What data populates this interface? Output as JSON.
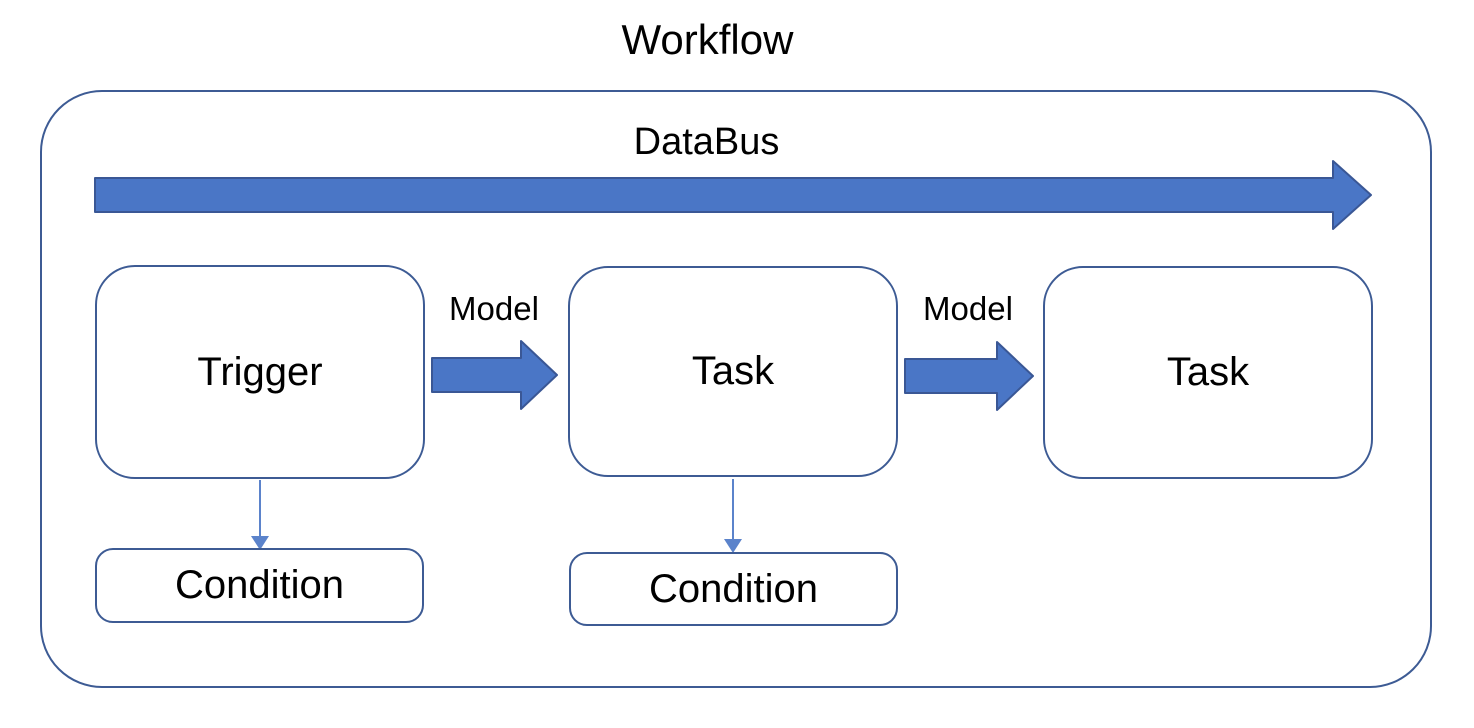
{
  "diagram": {
    "title": "Workflow",
    "databus": {
      "label": "DataBus"
    },
    "nodes": [
      {
        "id": "trigger",
        "label": "Trigger",
        "shape": "rounded-rect"
      },
      {
        "id": "task-1",
        "label": "Task",
        "shape": "rounded-rect"
      },
      {
        "id": "task-2",
        "label": "Task",
        "shape": "rounded-rect"
      },
      {
        "id": "condition-1",
        "label": "Condition",
        "shape": "rounded-rect"
      },
      {
        "id": "condition-2",
        "label": "Condition",
        "shape": "rounded-rect"
      }
    ],
    "edges": [
      {
        "from": "trigger",
        "to": "task-1",
        "label": "Model",
        "style": "block-arrow"
      },
      {
        "from": "task-1",
        "to": "task-2",
        "label": "Model",
        "style": "block-arrow"
      },
      {
        "from": "trigger",
        "to": "condition-1",
        "label": "",
        "style": "thin-arrow"
      },
      {
        "from": "task-1",
        "to": "condition-2",
        "label": "",
        "style": "thin-arrow"
      }
    ],
    "colors": {
      "background": "#FFFFFF",
      "text": "#000000",
      "box_border": "#3D5B94",
      "arrow_fill": "#4A76C6",
      "arrow_stroke": "#3A5795",
      "connector": "#5B83CB"
    }
  }
}
